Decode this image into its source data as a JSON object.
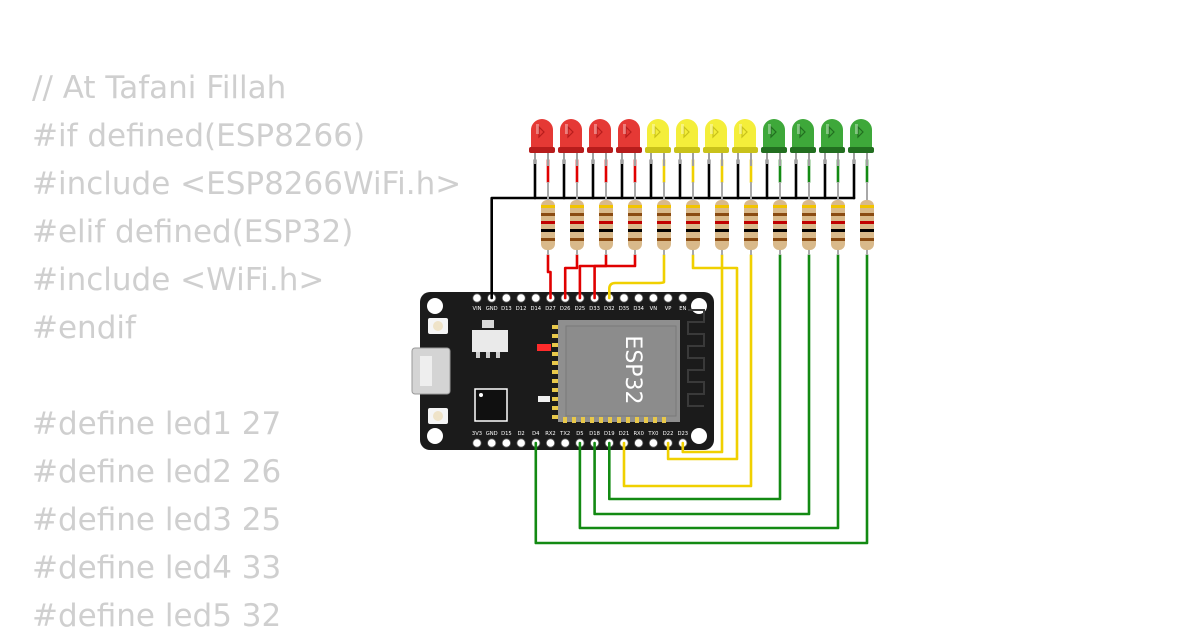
{
  "code_lines": [
    "// At Tafani Fillah",
    "#if defined(ESP8266)",
    "#include <ESP8266WiFi.h>",
    "#elif defined(ESP32)",
    "#include <WiFi.h>",
    "#endif",
    "",
    "#define led1 27",
    "#define led2 26",
    "#define led3 25",
    "#define led4 33",
    "#define led5 32"
  ],
  "board": {
    "chip_label": "ESP32",
    "top_pins": [
      "VIN",
      "GND",
      "D13",
      "D12",
      "D14",
      "D27",
      "D26",
      "D25",
      "D33",
      "D32",
      "D35",
      "D34",
      "VN",
      "VP",
      "EN"
    ],
    "bottom_pins": [
      "3V3",
      "GND",
      "D15",
      "D2",
      "D4",
      "RX2",
      "TX2",
      "D5",
      "D18",
      "D19",
      "D21",
      "RX0",
      "TX0",
      "D22",
      "D23"
    ]
  },
  "leds": [
    {
      "color": "red"
    },
    {
      "color": "red"
    },
    {
      "color": "red"
    },
    {
      "color": "red"
    },
    {
      "color": "yellow"
    },
    {
      "color": "yellow"
    },
    {
      "color": "yellow"
    },
    {
      "color": "yellow"
    },
    {
      "color": "green"
    },
    {
      "color": "green"
    },
    {
      "color": "green"
    },
    {
      "color": "green"
    }
  ],
  "led_colors": {
    "red": {
      "body": "#e53935",
      "dark": "#b71c1c",
      "wire": "#e00000"
    },
    "yellow": {
      "body": "#f4ee3a",
      "dark": "#c9c21a",
      "wire": "#f0d000"
    },
    "green": {
      "body": "#3ea83a",
      "dark": "#226e20",
      "wire": "#138a13"
    }
  },
  "connections": [
    "D27",
    "D26",
    "D25",
    "D33",
    "D32",
    "D22",
    "D23",
    "D21",
    "D19",
    "D18",
    "D5",
    "D4"
  ],
  "colors": {
    "board": "#1b1b1b",
    "chip": "#8c8c8c",
    "code_text": "#cfcfcf",
    "ground_wire": "#000000"
  }
}
